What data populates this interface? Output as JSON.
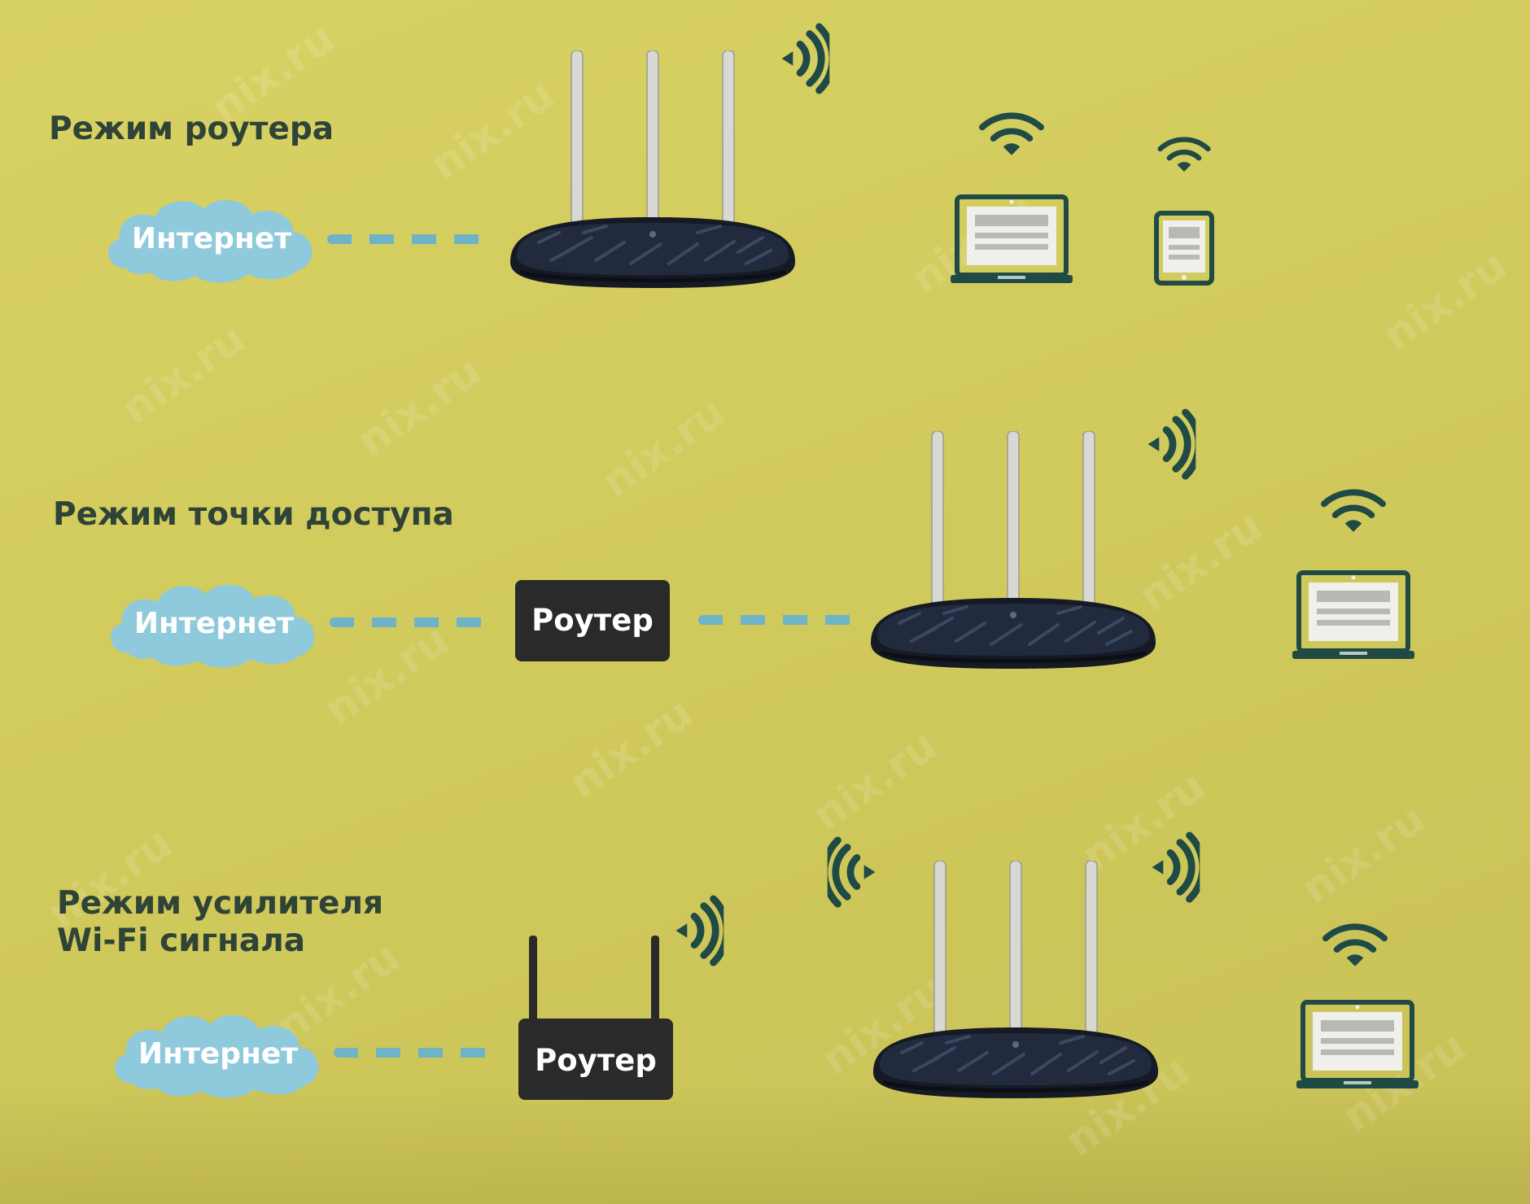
{
  "modes": [
    {
      "title": "Режим роутера",
      "cloud_label": "Интернет"
    },
    {
      "title": "Режим точки доступа",
      "cloud_label": "Интернет",
      "router_label": "Роутер"
    },
    {
      "title": "Режим усилителя\nWi-Fi сигнала",
      "cloud_label": "Интернет",
      "router_label": "Роутер"
    }
  ],
  "watermark_text": "nix.ru",
  "colors": {
    "background": "#d2cb5d",
    "title_text": "#2f4437",
    "cloud": "#8ec9dc",
    "dash_link": "#6fb3c6",
    "device_dark": "#1f4a45",
    "router_box": "#2a2a2a",
    "router_body": "#1c2230",
    "antenna": "#d9d9d4"
  },
  "icons": [
    "cloud-icon",
    "wifi-router-icon",
    "laptop-icon",
    "tablet-icon",
    "wifi-signal-icon",
    "radio-waves-icon"
  ]
}
